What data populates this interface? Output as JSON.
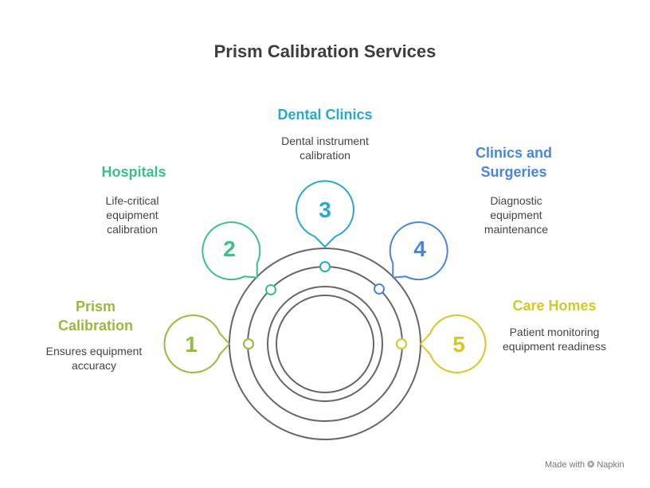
{
  "title": "Prism Calibration Services",
  "colors": {
    "c1": "#9ab83d",
    "c2": "#3dbf8a",
    "c3": "#2aa8c9",
    "c4": "#4a86d6",
    "c5": "#d1c928",
    "rings": "#666666"
  },
  "items": [
    {
      "number": "1",
      "heading": "Prism Calibration",
      "description": "Ensures equipment accuracy"
    },
    {
      "number": "2",
      "heading": "Hospitals",
      "description": "Life-critical equipment calibration"
    },
    {
      "number": "3",
      "heading": "Dental Clinics",
      "description": "Dental instrument calibration"
    },
    {
      "number": "4",
      "heading": "Clinics and Surgeries",
      "description": "Diagnostic equipment maintenance"
    },
    {
      "number": "5",
      "heading": "Care Homes",
      "description": "Patient monitoring equipment readiness"
    }
  ],
  "footer": {
    "text": "Made with",
    "brand": "Napkin"
  }
}
